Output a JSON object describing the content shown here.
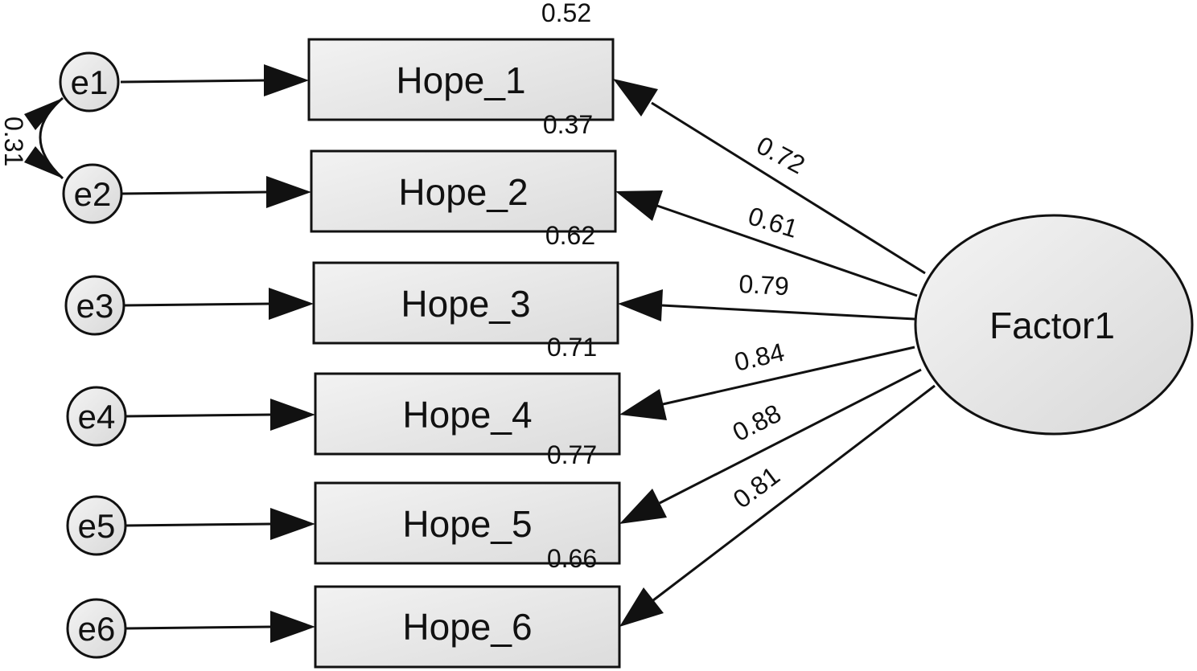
{
  "diagram": {
    "factor": {
      "label": "Factor1"
    },
    "indicators": [
      {
        "label": "Hope_1",
        "error": "e1",
        "r2": "0.52",
        "loading": "0.72"
      },
      {
        "label": "Hope_2",
        "error": "e2",
        "r2": "0.37",
        "loading": "0.61"
      },
      {
        "label": "Hope_3",
        "error": "e3",
        "r2": "0.62",
        "loading": "0.79"
      },
      {
        "label": "Hope_4",
        "error": "e4",
        "r2": "0.71",
        "loading": "0.84"
      },
      {
        "label": "Hope_5",
        "error": "e5",
        "r2": "0.77",
        "loading": "0.88"
      },
      {
        "label": "Hope_6",
        "error": "e6",
        "r2": "0.66",
        "loading": "0.81"
      }
    ],
    "covariance": {
      "from": "e1",
      "to": "e2",
      "value": "0.31"
    }
  }
}
